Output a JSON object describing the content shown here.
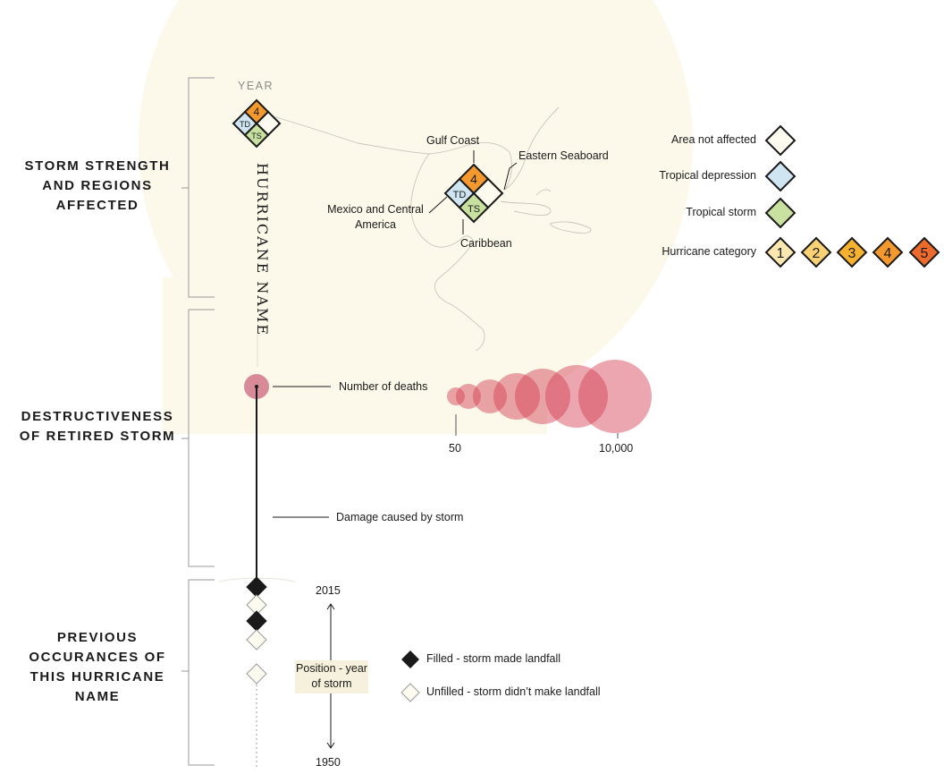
{
  "sections": {
    "storm_strength": "STORM STRENGTH AND REGIONS AFFECTED",
    "destructiveness": "DESTRUCTIVENESS OF RETIRED STORM",
    "previous": "PREVIOUS OCCURANCES OF THIS HURRICANE NAME"
  },
  "glyph": {
    "year": "YEAR",
    "name": "HURRICANE NAME",
    "top": "4",
    "left": "TD",
    "bottom": "TS"
  },
  "regions": {
    "gulf": "Gulf Coast",
    "eastern": "Eastern Seaboard",
    "mexico": "Mexico and Central America",
    "caribbean": "Caribbean",
    "big_top": "4",
    "big_left": "TD",
    "big_bottom": "TS"
  },
  "legend": {
    "not_affected": "Area not affected",
    "td": "Tropical depression",
    "ts": "Tropical storm",
    "hurricane": "Hurricane category",
    "categories": [
      "1",
      "2",
      "3",
      "4",
      "5"
    ],
    "colors": {
      "not_affected": "#fdfbf0",
      "td": "#cfe6f2",
      "ts": "#c8e0a0",
      "cat1": "#fbe8b0",
      "cat2": "#f9d276",
      "cat3": "#f6b130",
      "cat4": "#f3992e",
      "cat5": "#ec6a2c"
    }
  },
  "deaths": {
    "label": "Number of deaths",
    "scale_min": "50",
    "scale_max": "10,000",
    "bubble_color": "#d23a4f"
  },
  "damage": {
    "label": "Damage caused by storm"
  },
  "timeline": {
    "year_top": "2015",
    "year_bottom": "1950",
    "position_label": "Position - year of storm",
    "filled_label": "Filled - storm made landfall",
    "unfilled_label": "Unfilled - storm didn’t make landfall"
  }
}
